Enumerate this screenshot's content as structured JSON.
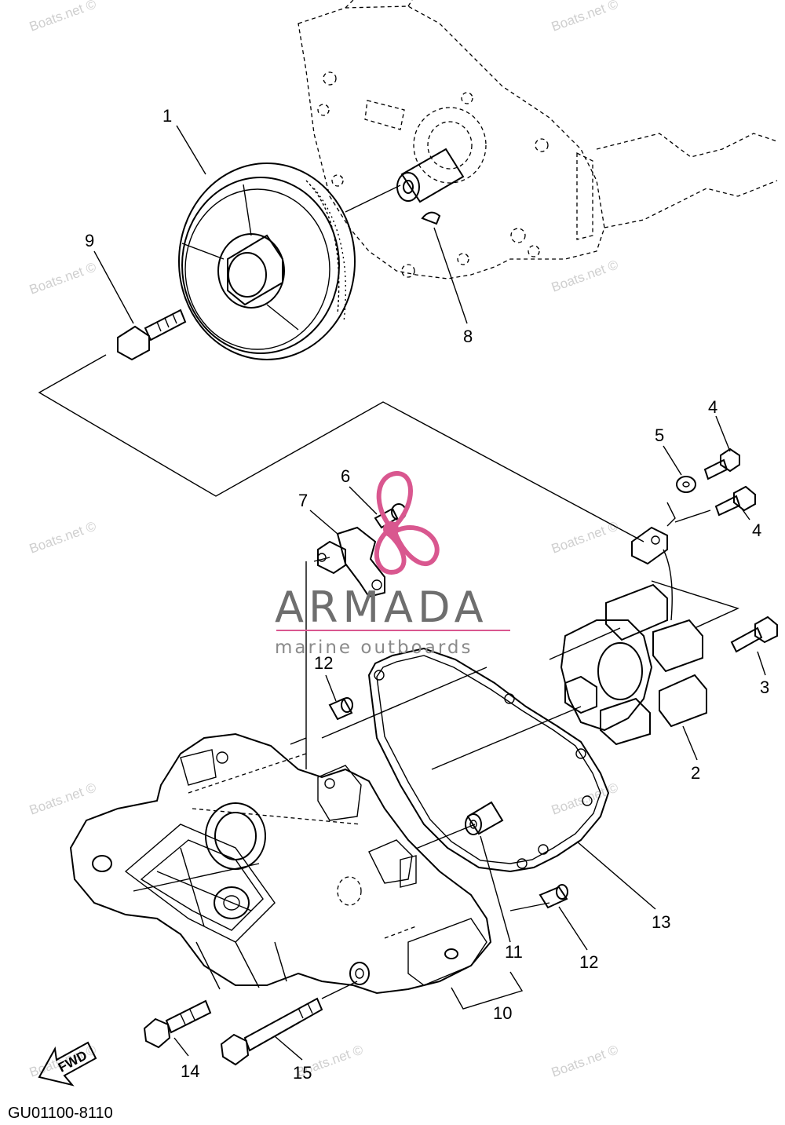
{
  "diagram": {
    "watermark": "Boats.net ©",
    "logo": {
      "name": "ARMADA",
      "tagline": "marine outboards",
      "accent_color": "#d9578f",
      "text_color": "#6e6e6e"
    },
    "drawing_code": "GU01100-8110",
    "direction_label": "FWD",
    "callouts": {
      "p1": "1",
      "p2": "2",
      "p3": "3",
      "p4a": "4",
      "p4b": "4",
      "p5": "5",
      "p6": "6",
      "p7": "7",
      "p8": "8",
      "p9": "9",
      "p10": "10",
      "p11": "11",
      "p12a": "12",
      "p12b": "12",
      "p13": "13",
      "p14": "14",
      "p15": "15"
    }
  }
}
